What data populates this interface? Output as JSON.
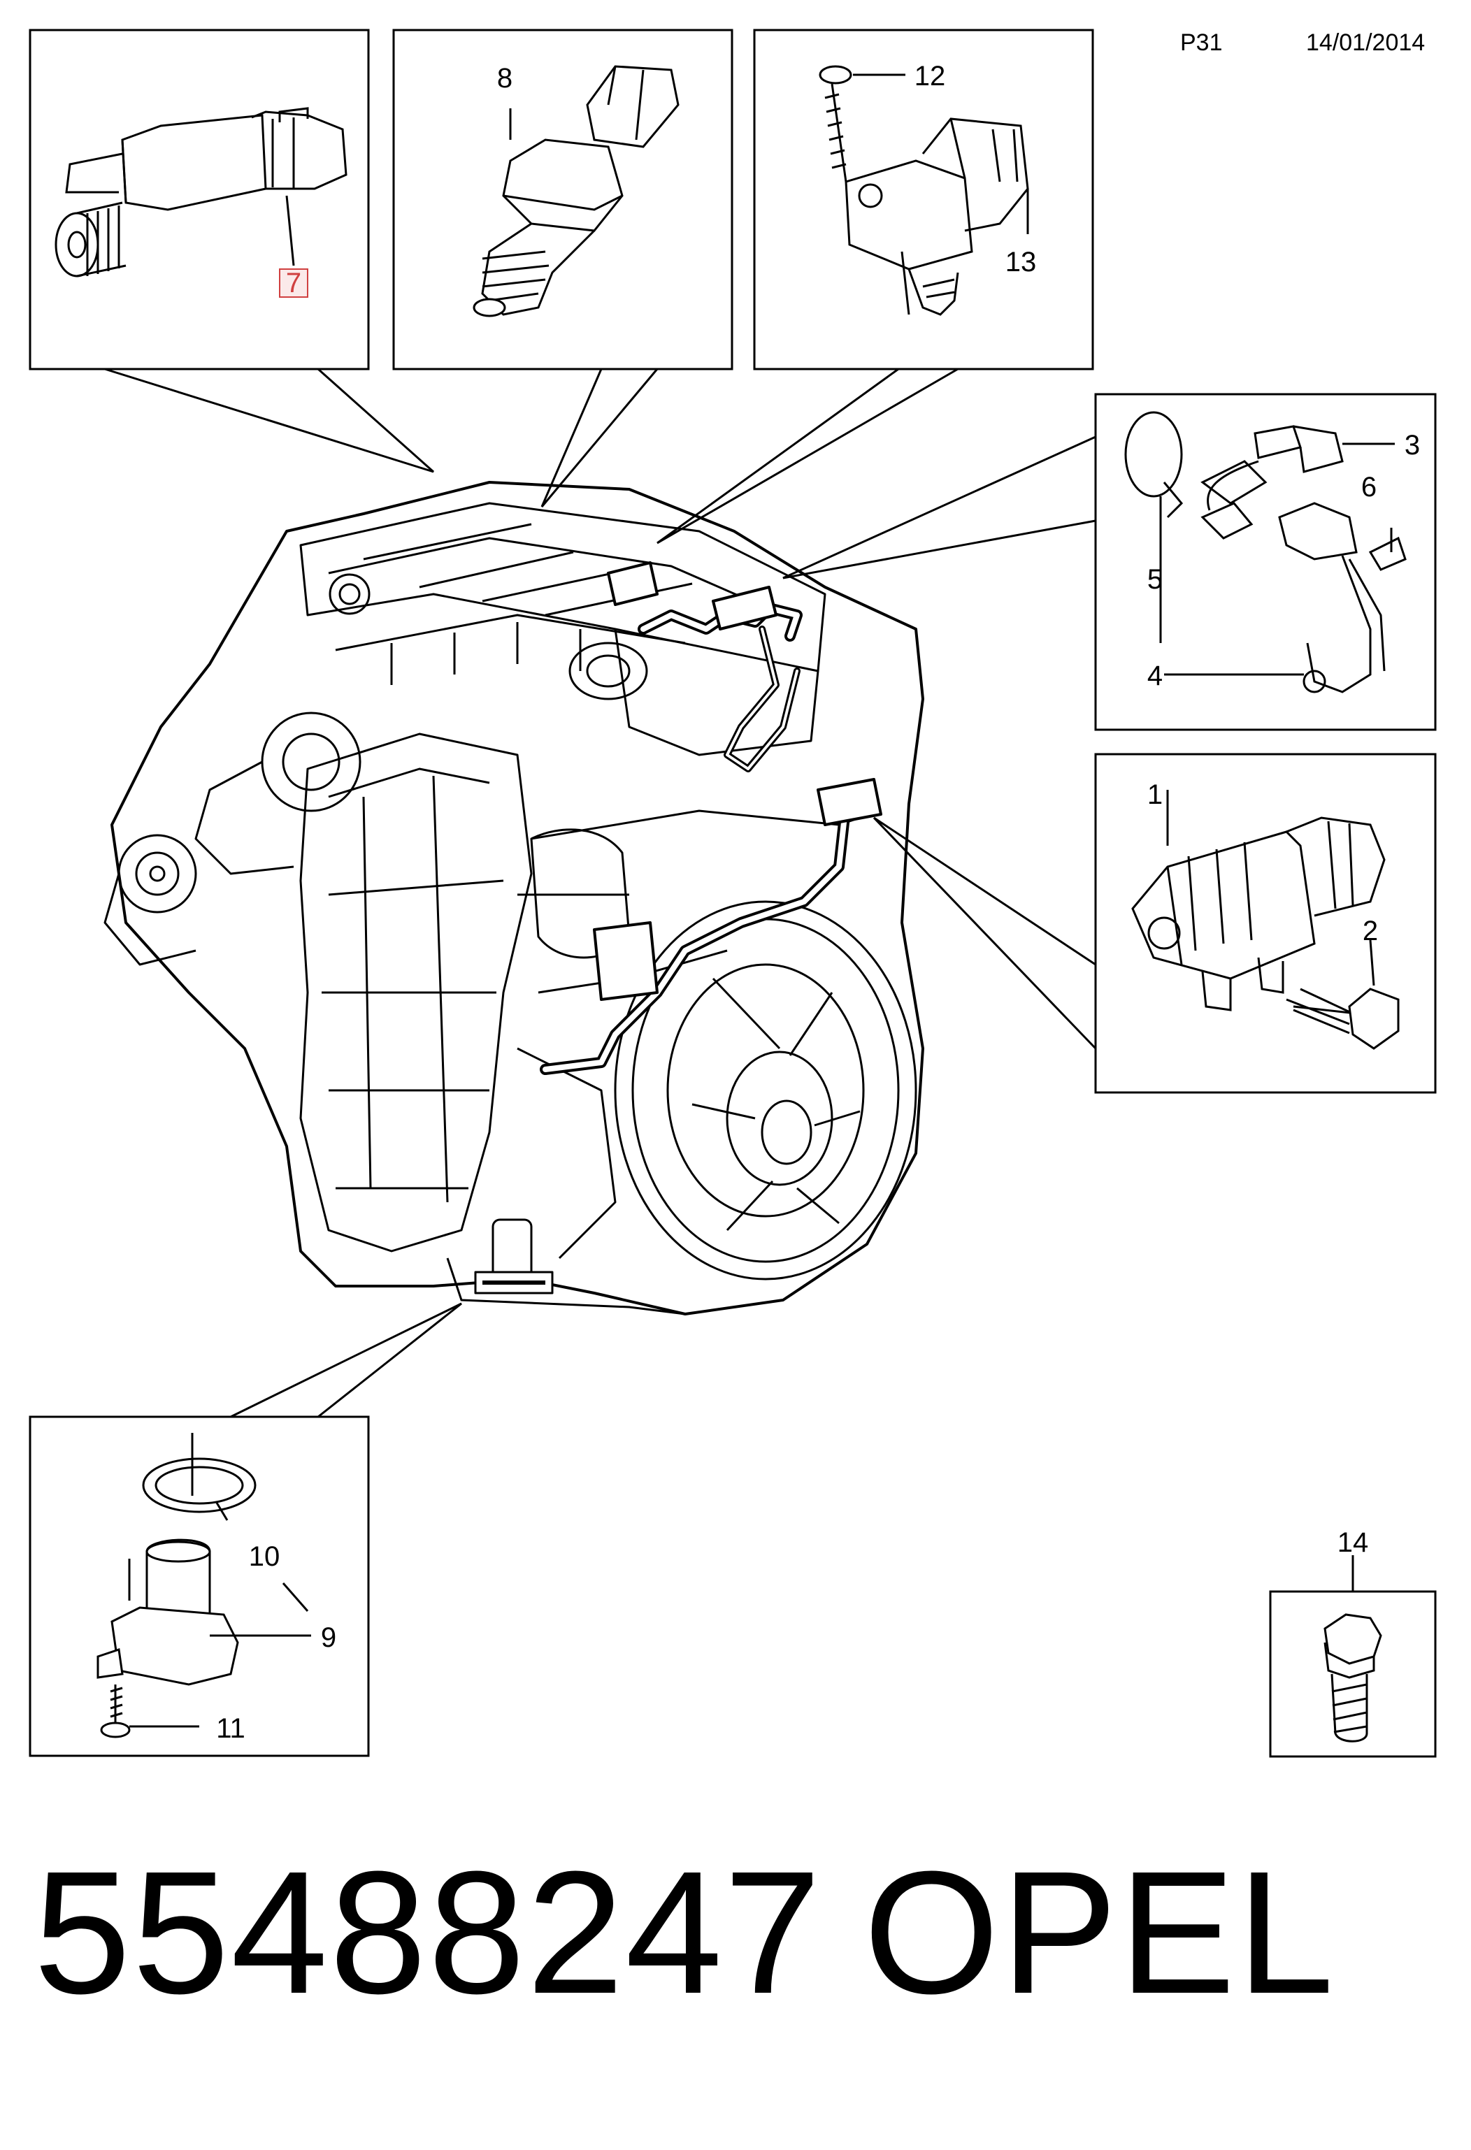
{
  "header": {
    "page_code": "P31",
    "date": "14/01/2014"
  },
  "footer": {
    "part_number": "55488247",
    "brand": "OPEL"
  },
  "callouts": {
    "c1": "1",
    "c2": "2",
    "c3": "3",
    "c4": "4",
    "c5": "5",
    "c6": "6",
    "c7": "7",
    "c8": "8",
    "c9": "9",
    "c10": "10",
    "c11": "11",
    "c12": "12",
    "c13": "13",
    "c14": "14"
  },
  "colors": {
    "line": "#000000",
    "highlight": "#d04040",
    "background": "#ffffff"
  }
}
